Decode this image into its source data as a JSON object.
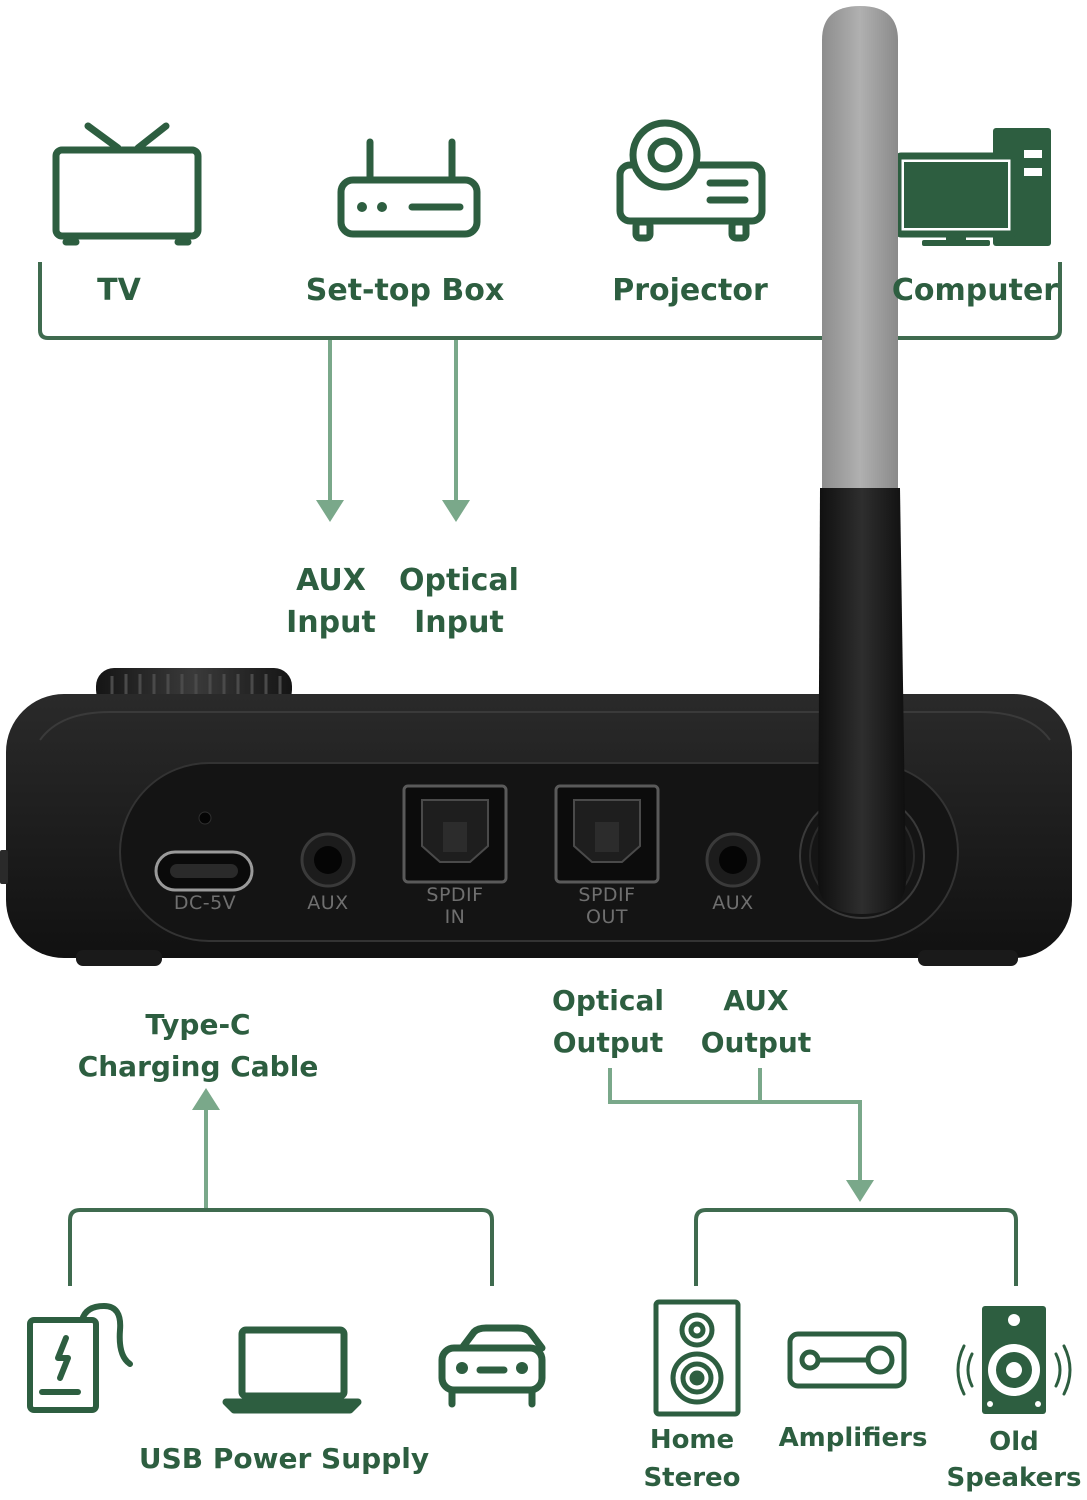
{
  "sources": {
    "tv": "TV",
    "settop": "Set-top Box",
    "projector": "Projector",
    "computer": "Computer"
  },
  "inputs": {
    "aux_1": "AUX",
    "aux_2": "Input",
    "optical_1": "Optical",
    "optical_2": "Input"
  },
  "ports": {
    "dc": "DC-5V",
    "aux_in": "AUX",
    "spdif_in_1": "SPDIF",
    "spdif_in_2": "IN",
    "spdif_out_1": "SPDIF",
    "spdif_out_2": "OUT",
    "aux_out": "AUX"
  },
  "charging": {
    "line1": "Type-C",
    "line2": "Charging Cable"
  },
  "outputs": {
    "optical_1": "Optical",
    "optical_2": "Output",
    "aux_1": "AUX",
    "aux_2": "Output"
  },
  "power": {
    "label": "USB Power Supply"
  },
  "sinks": {
    "home_1": "Home",
    "home_2": "Stereo",
    "amplifiers": "Amplifiers",
    "old_1": "Old",
    "old_2": "Speakers"
  },
  "colors": {
    "label": "#2d5e40",
    "bracket": "#3f6b4f",
    "arrow": "#7aa88a",
    "device": "#1f1f1f",
    "antenna_tip": "#9a9a9a"
  }
}
